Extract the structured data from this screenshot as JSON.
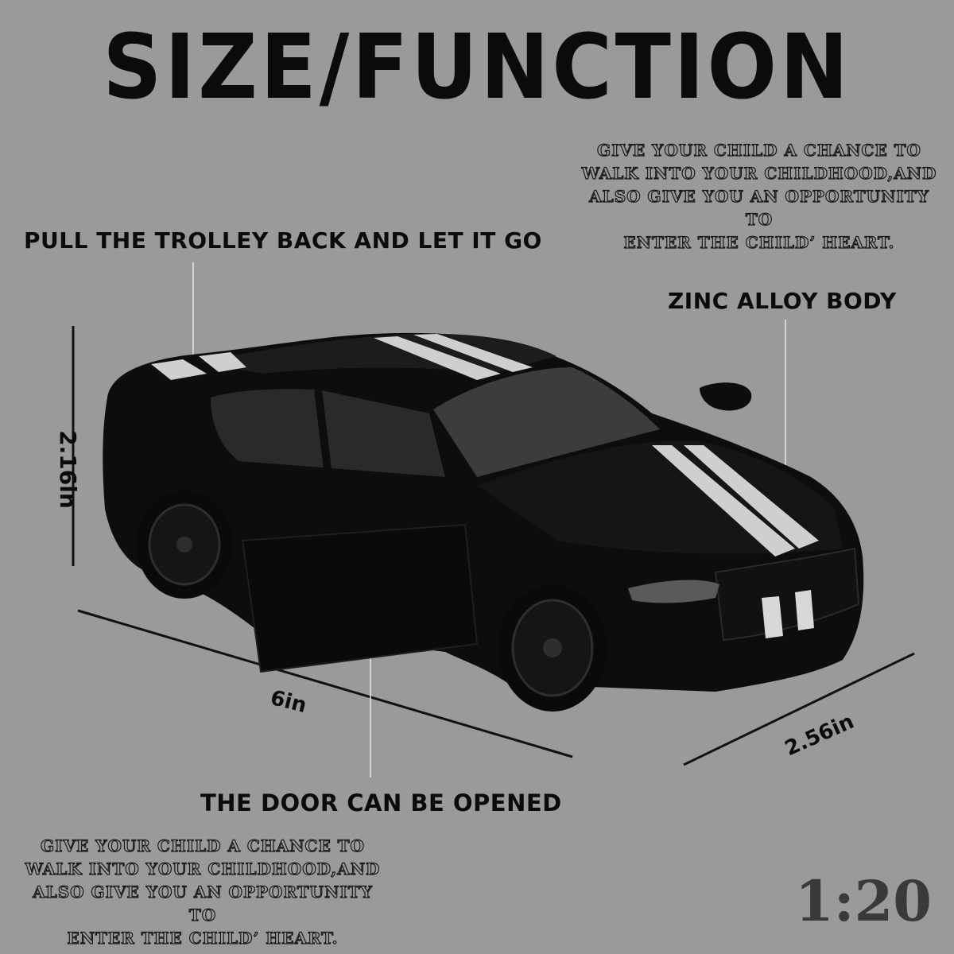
{
  "title": "SIZE/FUNCTION",
  "slogan_top": "GIVE YOUR CHILD A CHANCE TO\nWALK INTO YOUR CHILDHOOD,AND\nALSO  GIVE YOU AN OPPORTUNITY TO\nENTER THE CHILD’  HEART.",
  "slogan_bottom": "GIVE YOUR CHILD A CHANCE TO\nWALK INTO YOUR CHILDHOOD,AND\nALSO  GIVE YOU AN OPPORTUNITY TO\nENTER THE CHILD’  HEART.",
  "features": {
    "pull_back": "PULL THE TROLLEY BACK AND LET IT GO",
    "body": "ZINC ALLOY BODY",
    "door": "THE DOOR CAN BE OPENED"
  },
  "dimensions": {
    "height": "2.16in",
    "length": "6in",
    "width": "2.56in"
  },
  "scale": "1:20",
  "colors": {
    "background": "#9a9a9a",
    "car_body": "#0d0d0d",
    "stripes": "#cfcfcf"
  }
}
